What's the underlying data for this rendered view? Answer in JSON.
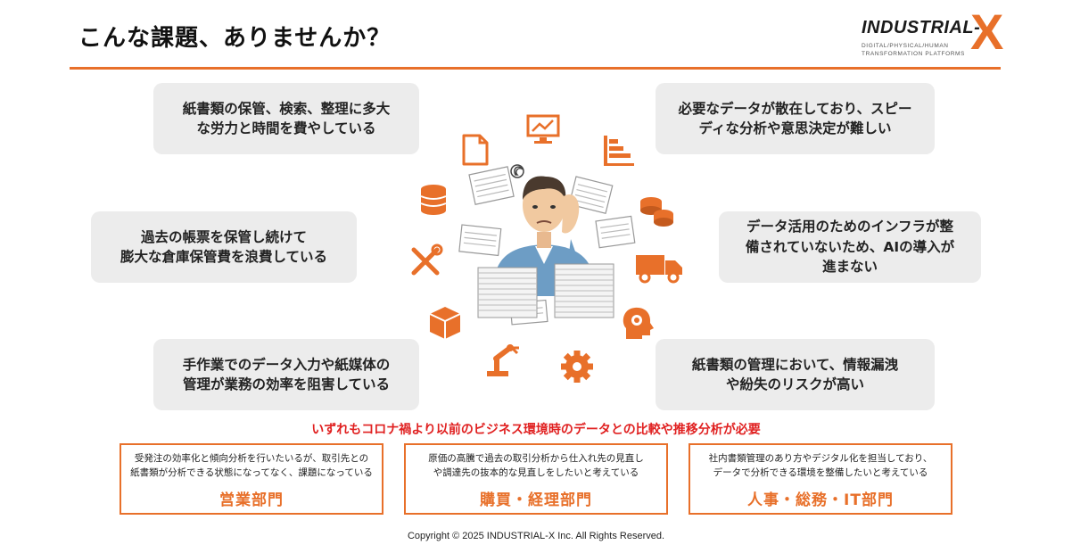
{
  "header": {
    "title": "こんな課題、ありませんか？",
    "logo": {
      "main": "INDUSTRIAL-",
      "x": "X",
      "sub_line1": "DIGITAL/PHYSICAL/HUMAN",
      "sub_line2": "TRANSFORMATION PLATFORMS"
    }
  },
  "issues": [
    {
      "text": "紙書類の保管、検索、整理に多大\nな労力と時間を費やしている"
    },
    {
      "text": "過去の帳票を保管し続けて\n膨大な倉庫保管費を浪費している"
    },
    {
      "text": "手作業でのデータ入力や紙媒体の\n管理が業務の効率を阻害している"
    },
    {
      "text": "必要なデータが散在しており、スピー\nディな分析や意思決定が難しい"
    },
    {
      "text": "データ活用のためのインフラが整\n備されていないため、AIの導入が\n進まない"
    },
    {
      "text": "紙書類の管理において、情報漏洩\nや紛失のリスクが高い"
    }
  ],
  "center_icons": [
    "document-icon",
    "monitor-chart-icon",
    "bar-chart-icon",
    "coins-icon",
    "truck-icon",
    "head-gear-icon",
    "gear-icon",
    "robot-arm-icon",
    "box-icon",
    "tools-icon",
    "database-icon"
  ],
  "colors": {
    "accent": "#e8702a",
    "alert": "#e02020",
    "card": "#ececec"
  },
  "common_note": "いずれもコロナ禍より以前のビジネス環境時のデータとの比較や推移分析が必要",
  "departments": [
    {
      "desc": "受発注の効率化と傾向分析を行いたいるが、取引先との\n紙書類が分析できる状態になってなく、課題になっている",
      "name": "営業部門"
    },
    {
      "desc": "原価の高騰で過去の取引分析から仕入れ先の見直し\nや調達先の抜本的な見直しをしたいと考えている",
      "name": "購買・経理部門"
    },
    {
      "desc": "社内書類管理のあり方やデジタル化を担当しており、\nデータで分析できる環境を整備したいと考えている",
      "name": "人事・総務・IT部門"
    }
  ],
  "footer": {
    "copyright": "Copyright © 2025 INDUSTRIAL-X Inc. All Rights Reserved."
  }
}
